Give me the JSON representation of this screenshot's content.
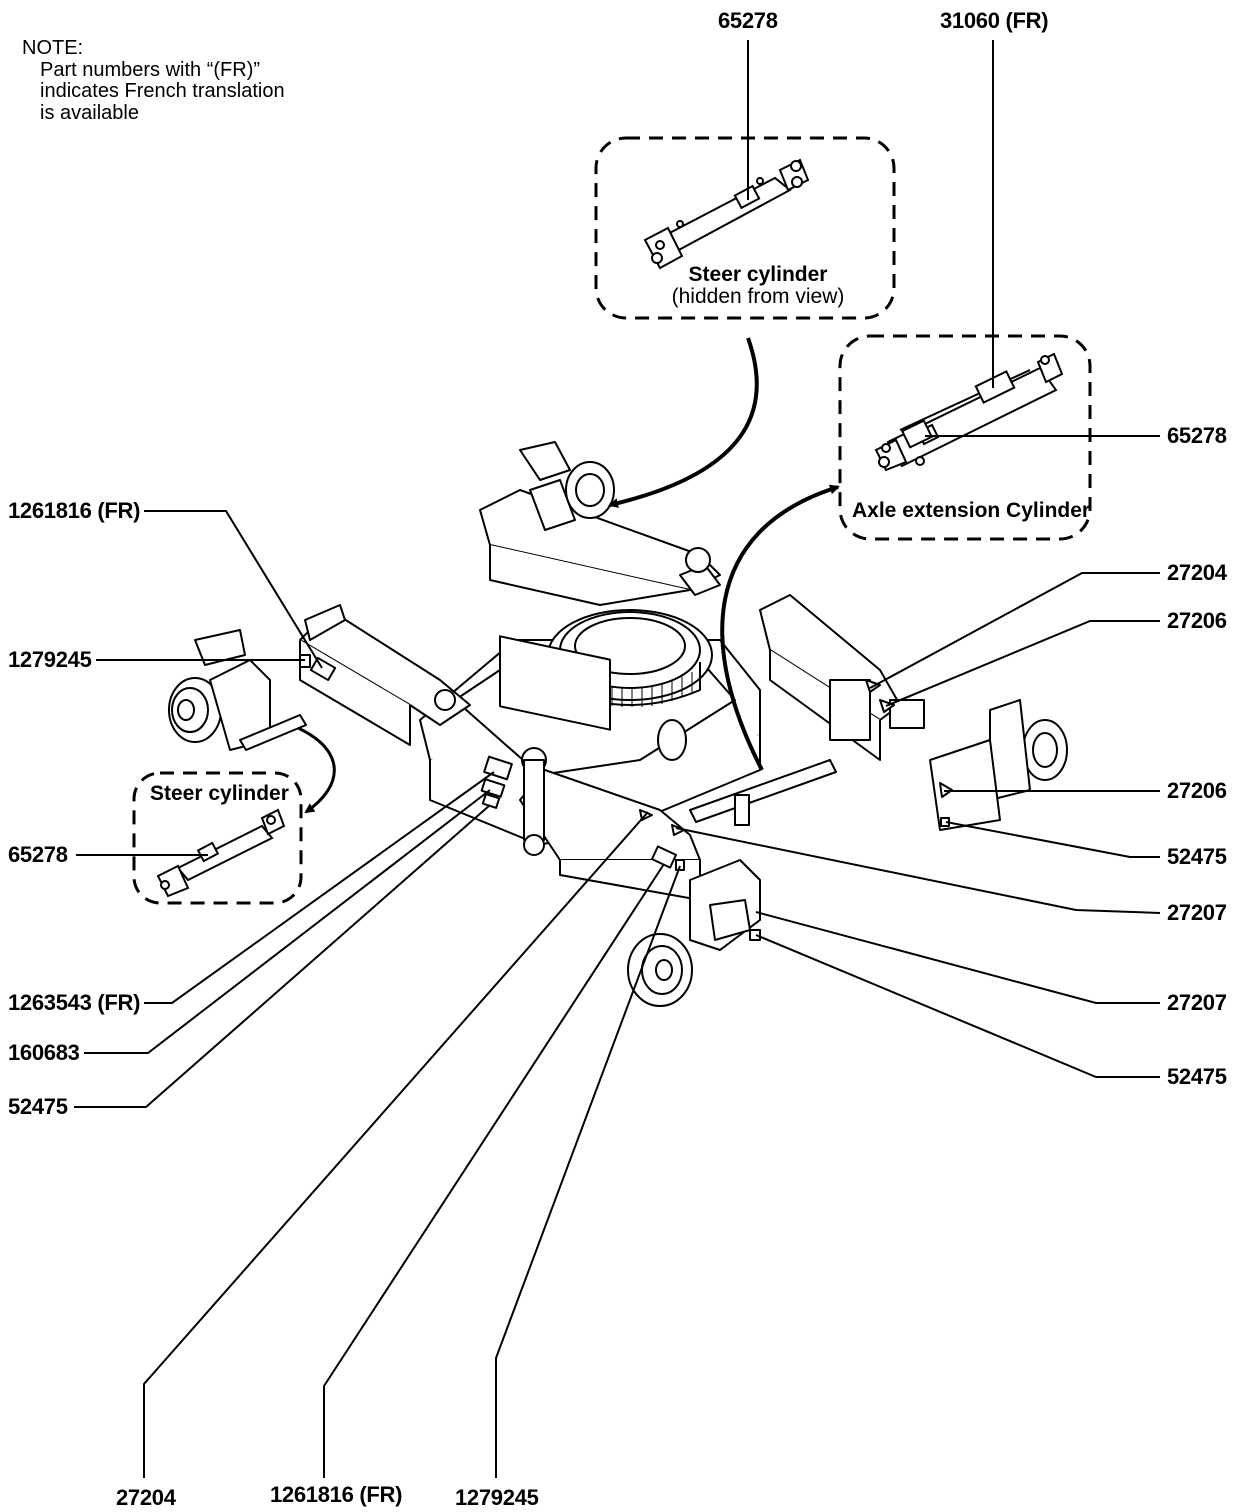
{
  "note": {
    "heading": "NOTE:",
    "line1": "Part numbers with “(FR)”",
    "line2": "indicates French translation",
    "line3": "is available"
  },
  "insets": {
    "steer_top": {
      "title": "Steer cylinder",
      "subtitle": "(hidden from view)"
    },
    "axle_ext": {
      "title": "Axle extension Cylinder"
    },
    "steer_left": {
      "title": "Steer cylinder"
    }
  },
  "labels": {
    "top_65278": "65278",
    "top_31060": "31060 (FR)",
    "right_65278": "65278",
    "left_1261816": "1261816 (FR)",
    "left_1279245": "1279245",
    "left_65278": "65278",
    "left_1263543": "1263543 (FR)",
    "left_160683": "160683",
    "left_52475": "52475",
    "right_27204": "27204",
    "right_27206a": "27206",
    "right_27206b": "27206",
    "right_52475a": "52475",
    "right_27207a": "27207",
    "right_27207b": "27207",
    "right_52475b": "52475",
    "bottom_27204": "27204",
    "bottom_1261816": "1261816 (FR)",
    "bottom_1279245": "1279245"
  },
  "colors": {
    "line": "#000000",
    "background": "#ffffff"
  }
}
